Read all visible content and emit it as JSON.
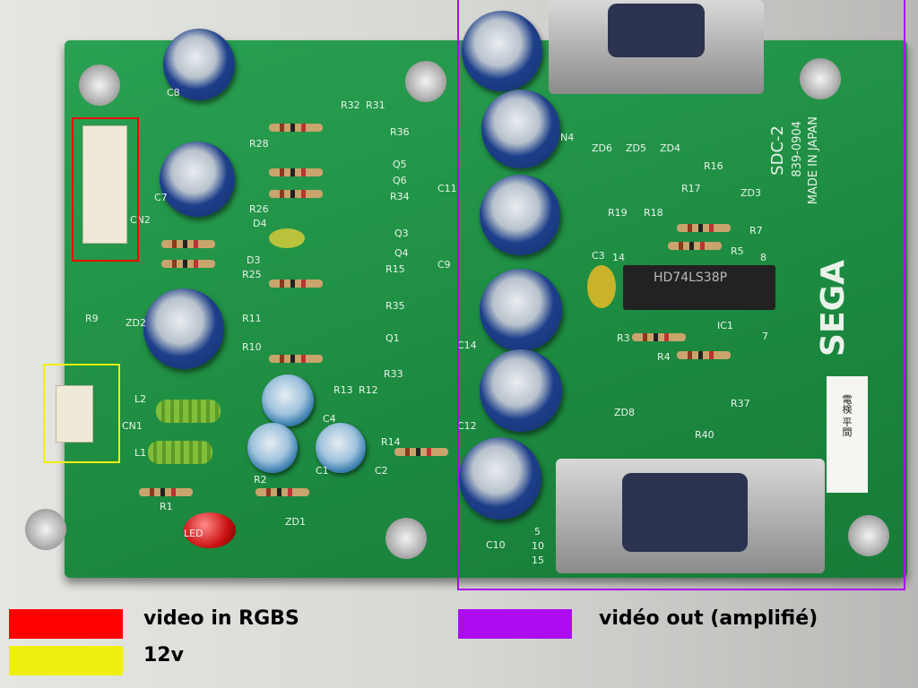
{
  "board": {
    "model": "SDC-2",
    "part_number": "839-0904",
    "origin": "MADE IN JAPAN",
    "brand": "SEGA",
    "ic_label": "HD74LS38P",
    "ic_ref": "IC1",
    "sticker": "電検 平間",
    "component_labels": [
      "C8",
      "C7",
      "CN2",
      "CN1",
      "ZD2",
      "L1",
      "L2",
      "C4",
      "C1",
      "C2",
      "R1",
      "R2",
      "LED",
      "ZD1",
      "R14",
      "C10",
      "C11",
      "C9",
      "C14",
      "C12",
      "N4",
      "ZD6",
      "ZD5",
      "ZD4",
      "R16",
      "ZD3",
      "R19",
      "R18",
      "R17",
      "R7",
      "R5",
      "C3",
      "R3",
      "R4",
      "R37",
      "R40",
      "ZD8",
      "5",
      "10",
      "15",
      "R36",
      "R34",
      "R15",
      "R35",
      "R33",
      "Q5",
      "Q6",
      "Q3",
      "Q4",
      "Q1",
      "R32",
      "R31",
      "R28",
      "R26",
      "D4",
      "D3",
      "R25",
      "R11",
      "R10",
      "R13",
      "R12",
      "R9",
      "8",
      "14",
      "7"
    ]
  },
  "annotations": [
    {
      "label": "video in RGBS",
      "color": "#ff0000"
    },
    {
      "label": "12v",
      "color": "#f0f010"
    },
    {
      "label": "vidéo out (amplifié)",
      "color": "#ae0cf0"
    }
  ]
}
